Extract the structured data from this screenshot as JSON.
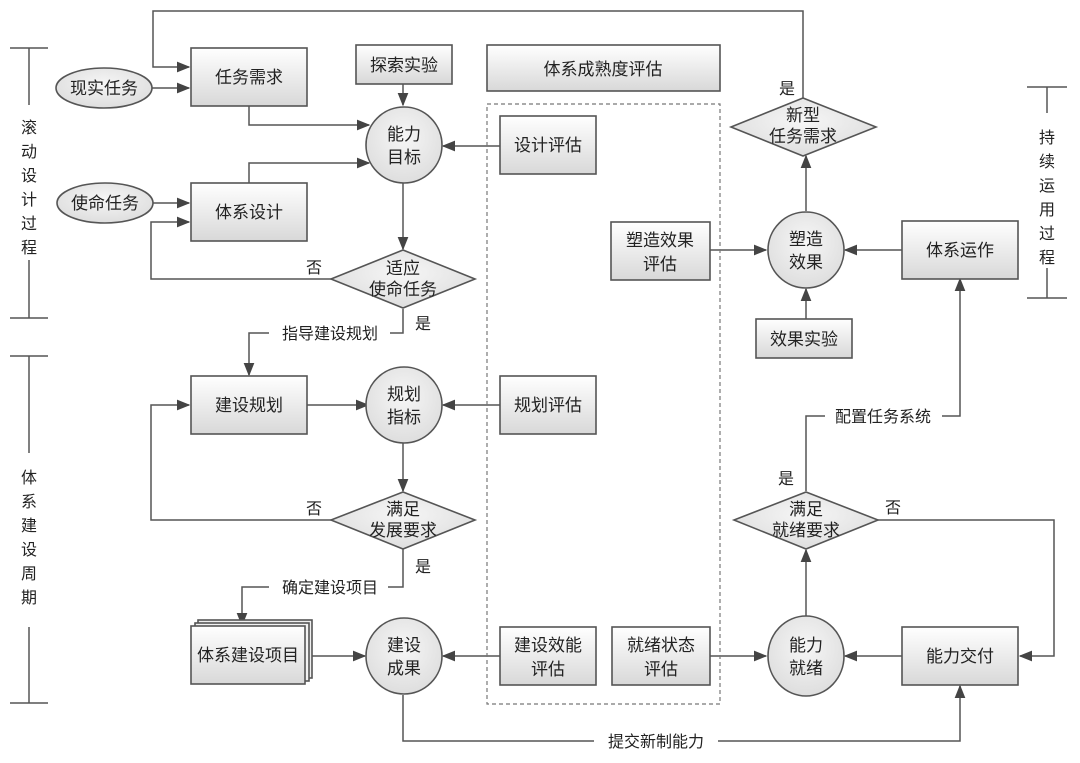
{
  "phases": {
    "rolling_design": "滚动设计过程",
    "construction_cycle": "体系建设周期",
    "continuous_operation": "持续运用过程"
  },
  "nodes": {
    "real_task": "现实任务",
    "mission_task": "使命任务",
    "task_requirement": "任务需求",
    "system_design": "体系设计",
    "explore_experiment": "探索实验",
    "capability_goal": [
      "能力",
      "目标"
    ],
    "adapt_mission": [
      "适应",
      "使命任务"
    ],
    "maturity_eval": "体系成熟度评估",
    "design_eval": "设计评估",
    "shaping_eval": [
      "塑造效果",
      "评估"
    ],
    "shaping_effect": [
      "塑造",
      "效果"
    ],
    "new_task_req": [
      "新型",
      "任务需求"
    ],
    "system_operation": "体系运作",
    "effect_experiment": "效果实验",
    "construction_plan": "建设规划",
    "plan_indicator": [
      "规划",
      "指标"
    ],
    "plan_eval": "规划评估",
    "meet_dev_req": [
      "满足",
      "发展要求"
    ],
    "construction_projects": "体系建设项目",
    "construction_result": [
      "建设",
      "成果"
    ],
    "construction_eff_eval": [
      "建设效能",
      "评估"
    ],
    "readiness_eval": [
      "就绪状态",
      "评估"
    ],
    "capability_ready": [
      "能力",
      "就绪"
    ],
    "capability_delivery": "能力交付",
    "meet_ready_req": [
      "满足",
      "就绪要求"
    ]
  },
  "edge_labels": {
    "yes": "是",
    "no": "否",
    "guide_plan": "指导建设规划",
    "determine_projects": "确定建设项目",
    "configure_system": "配置任务系统",
    "submit_capability": "提交新制能力"
  },
  "colors": {
    "stroke": "#555555",
    "box_fill_top": "#ffffff",
    "box_fill_bottom": "#dcdcdc",
    "node_fill": "#ececec"
  }
}
